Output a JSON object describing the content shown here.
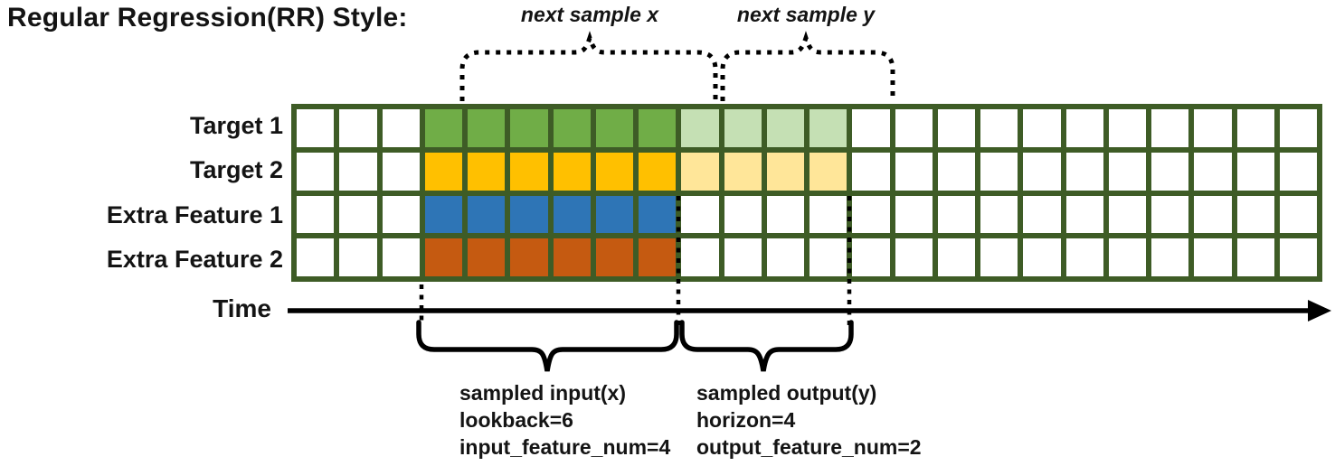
{
  "title": "Regular Regression(RR) Style:",
  "top_annotations": {
    "next_sample_x": "next sample x",
    "next_sample_y": "next sample y"
  },
  "time_axis": {
    "label": "Time"
  },
  "grid": {
    "columns": 24,
    "lookback_start_col": 3,
    "lookback": 6,
    "horizon": 4,
    "border_color": "#3E5C26",
    "empty_cell_color": "#FFFFFF",
    "rows": [
      {
        "label": "Target 1",
        "lookback_color": "#70AD47",
        "horizon_color": "#C5E0B4"
      },
      {
        "label": "Target 2",
        "lookback_color": "#FFC000",
        "horizon_color": "#FFE699"
      },
      {
        "label": "Extra Feature 1",
        "lookback_color": "#2E75B6",
        "horizon_color": null
      },
      {
        "label": "Extra Feature 2",
        "lookback_color": "#C55A11",
        "horizon_color": null
      }
    ]
  },
  "bottom_annotations": {
    "input": {
      "lines": [
        "sampled input(x)",
        "lookback=6",
        "input_feature_num=4"
      ]
    },
    "output": {
      "lines": [
        "sampled output(y)",
        "horizon=4",
        "output_feature_num=2"
      ]
    }
  }
}
